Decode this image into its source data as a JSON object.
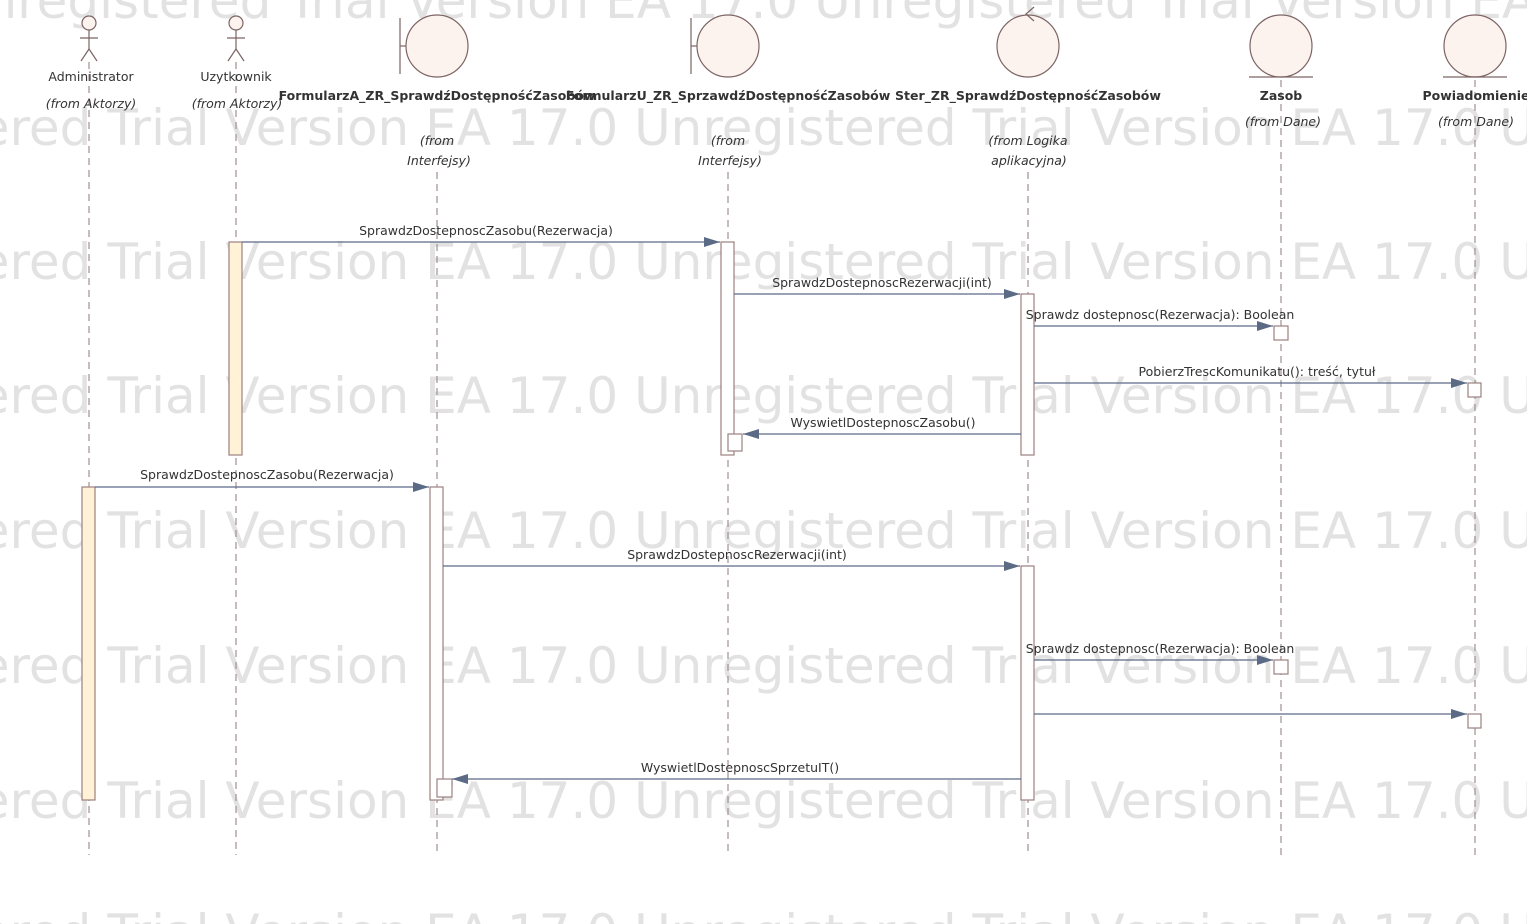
{
  "watermark": "EA 17.0 Unregistered Trial Version",
  "lifelines": [
    {
      "id": "administrator",
      "kind": "actor",
      "name": "Administrator",
      "from": [
        "(from Aktorzy)"
      ],
      "bold": false
    },
    {
      "id": "uzytkownik",
      "kind": "actor",
      "name": "Uzytkownik",
      "from": [
        "(from Aktorzy)"
      ],
      "bold": false
    },
    {
      "id": "formularz-a",
      "kind": "boundary",
      "name": "FormularzA_ZR_SprawdźDostępnośćZasobów",
      "from": [
        "(from",
        "Interfejsy)"
      ],
      "bold": true
    },
    {
      "id": "formularz-u",
      "kind": "boundary",
      "name": "FormularzU_ZR_SprzawdźDostępnośćZasobów",
      "from": [
        "(from",
        "Interfejsy)"
      ],
      "bold": true
    },
    {
      "id": "ster",
      "kind": "control",
      "name": "Ster_ZR_SprawdźDostępnośćZasobów",
      "from": [
        "(from Logika",
        "aplikacyjna)"
      ],
      "bold": true
    },
    {
      "id": "zasob",
      "kind": "entity",
      "name": "Zasob",
      "from": [
        "(from Dane)"
      ],
      "bold": true
    },
    {
      "id": "powiadomienie",
      "kind": "entity",
      "name": "Powiadomienie",
      "from": [
        "(from Dane)"
      ],
      "bold": true
    }
  ],
  "messages": [
    {
      "from": "uzytkownik",
      "to": "formularz-u",
      "label": "SprawdzDostepnoscZasobu(Rezerwacja)"
    },
    {
      "from": "formularz-u",
      "to": "ster",
      "label": "SprawdzDostepnoscRezerwacji(int)"
    },
    {
      "from": "ster",
      "to": "zasob",
      "label": "Sprawdz dostepnosc(Rezerwacja): Boolean"
    },
    {
      "from": "ster",
      "to": "powiadomienie",
      "label": "PobierzTrescKomunikatu(): treść, tytuł"
    },
    {
      "from": "ster",
      "to": "formularz-u",
      "label": "WyswietlDostepnoscZasobu()"
    },
    {
      "from": "administrator",
      "to": "formularz-a",
      "label": "SprawdzDostepnoscZasobu(Rezerwacja)"
    },
    {
      "from": "formularz-a",
      "to": "ster",
      "label": "SprawdzDostepnoscRezerwacji(int)"
    },
    {
      "from": "ster",
      "to": "zasob",
      "label": "Sprawdz dostepnosc(Rezerwacja): Boolean"
    },
    {
      "from": "ster",
      "to": "powiadomienie",
      "label": ""
    },
    {
      "from": "ster",
      "to": "formularz-a",
      "label": "WyswietlDostepnoscSprzetuIT()"
    }
  ]
}
